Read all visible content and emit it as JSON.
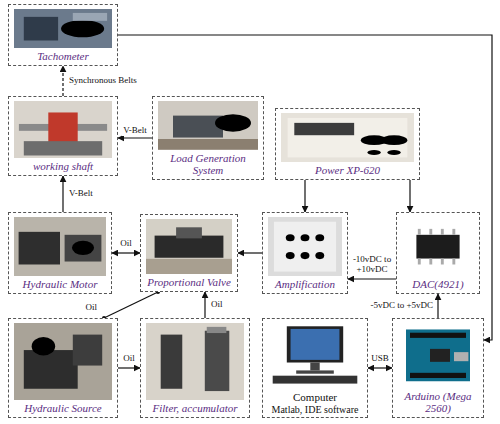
{
  "diagram": {
    "nodes": [
      {
        "text": [
          "Tachometer"
        ]
      },
      {
        "text": [
          "working shaft"
        ]
      },
      {
        "text": [
          "Load Generation System"
        ]
      },
      {
        "text": [
          "Power XP-620"
        ]
      },
      {
        "text": [
          "Hydraulic Motor"
        ]
      },
      {
        "text": [
          "Proportional Valve"
        ]
      },
      {
        "text": [
          "Amplification"
        ]
      },
      {
        "text": [
          "DAC(4921)"
        ]
      },
      {
        "text": [
          "Hydraulic Source"
        ]
      },
      {
        "text": [
          "Filter, accumulator"
        ]
      },
      {
        "text": [
          "Computer",
          "Matlab, IDE software"
        ]
      },
      {
        "text": [
          "Arduino (Mega 2560)"
        ]
      }
    ],
    "edges": [
      {
        "from": 1,
        "to": 0,
        "label": "Synchronous Belts",
        "arrow": "to"
      },
      {
        "from": 2,
        "to": 1,
        "label": "V-Belt",
        "arrow": "to"
      },
      {
        "from": 4,
        "to": 1,
        "label": "V-Belt",
        "arrow": "to"
      },
      {
        "from": 5,
        "to": 4,
        "label": "Oil",
        "arrow": "both"
      },
      {
        "from": 8,
        "to": 5,
        "label": "Oil",
        "arrow": "none"
      },
      {
        "from": 8,
        "to": 9,
        "label": "Oil",
        "arrow": "to"
      },
      {
        "from": 9,
        "to": 5,
        "label": "Oil",
        "arrow": "to"
      },
      {
        "from": 6,
        "to": 5,
        "arrow": "to"
      },
      {
        "from": 7,
        "to": 6,
        "label": "-10vDC to +10vDC",
        "arrow": "to"
      },
      {
        "from": 3,
        "to": 6,
        "arrow": "to"
      },
      {
        "from": 3,
        "to": 7,
        "arrow": "to"
      },
      {
        "from": 11,
        "to": 7,
        "label": "-5vDC to +5vDC",
        "arrow": "to"
      },
      {
        "from": 10,
        "to": 11,
        "label": "USB",
        "arrow": "both"
      },
      {
        "from": 0,
        "to": 11,
        "arrow": "to"
      }
    ]
  }
}
